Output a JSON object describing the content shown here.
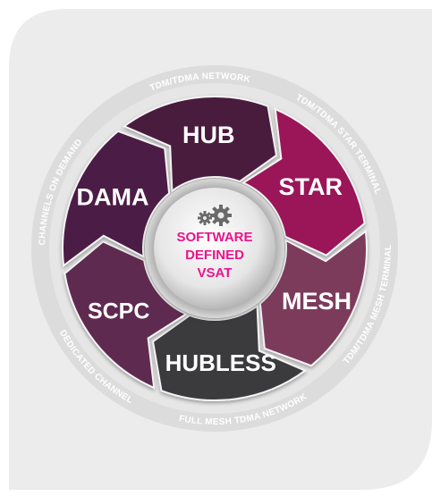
{
  "center": {
    "lines": [
      "SOFTWARE",
      "DEFINED",
      "VSAT"
    ],
    "icon": "gears-icon"
  },
  "segments": [
    {
      "key": "hub",
      "label": "HUB",
      "color": "#4a1a3c"
    },
    {
      "key": "star",
      "label": "STAR",
      "color": "#9a1559"
    },
    {
      "key": "mesh",
      "label": "MESH",
      "color": "#7d3a5c"
    },
    {
      "key": "hubless",
      "label": "HUBLESS",
      "color": "#3a3a3e"
    },
    {
      "key": "scpc",
      "label": "SCPC",
      "color": "#5f2c50"
    },
    {
      "key": "dama",
      "label": "DAMA",
      "color": "#4b1d45"
    }
  ],
  "ring_labels": [
    {
      "key": "hub",
      "text": "TDM/TDMA NETWORK"
    },
    {
      "key": "star",
      "text": "TDM/TDMA STAR TERMINAL"
    },
    {
      "key": "mesh",
      "text": "TDM/TDMA MESH TERMINAL"
    },
    {
      "key": "hubless",
      "text": "FULL MESH TDMA NETWORK"
    },
    {
      "key": "scpc",
      "text": "DEDICATED CHANNEL"
    },
    {
      "key": "dama",
      "text": "CHANNELS ON DEMAND"
    }
  ],
  "colors": {
    "card": "#ececec",
    "ring": "#dcdcdc",
    "accent": "#e8158c"
  }
}
